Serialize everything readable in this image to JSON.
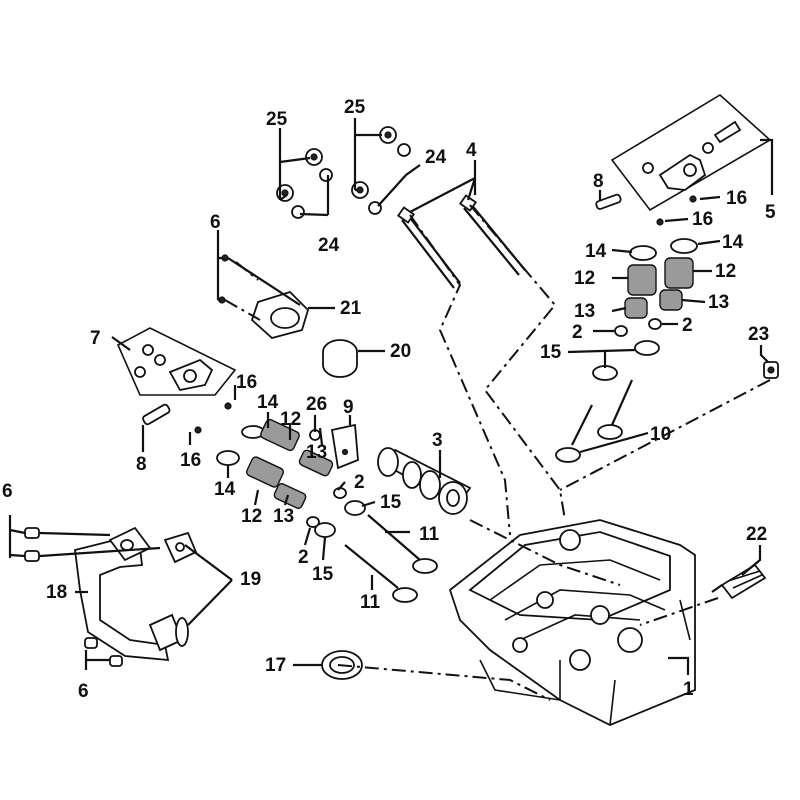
{
  "diagram": {
    "title": "Cylinder head exploded view",
    "labels": {
      "l1": "1",
      "l2a": "2",
      "l2b": "2",
      "l2c": "2",
      "l2d": "2",
      "l3": "3",
      "l4": "4",
      "l5": "5",
      "l6a": "6",
      "l6b": "6",
      "l6c": "6",
      "l7": "7",
      "l8a": "8",
      "l8b": "8",
      "l9": "9",
      "l10": "10",
      "l11a": "11",
      "l11b": "11",
      "l12a": "12",
      "l12b": "12",
      "l12c": "12",
      "l12d": "12",
      "l13a": "13",
      "l13b": "13",
      "l13c": "13",
      "l13d": "13",
      "l14a": "14",
      "l14b": "14",
      "l14c": "14",
      "l14d": "14",
      "l15a": "15",
      "l15b": "15",
      "l15c": "15",
      "l16a": "16",
      "l16b": "16",
      "l16c": "16",
      "l16d": "16",
      "l17": "17",
      "l18": "18",
      "l19": "19",
      "l20": "20",
      "l21": "21",
      "l22": "22",
      "l23": "23",
      "l24a": "24",
      "l24b": "24",
      "l25a": "25",
      "l25b": "25",
      "l26": "26"
    }
  }
}
